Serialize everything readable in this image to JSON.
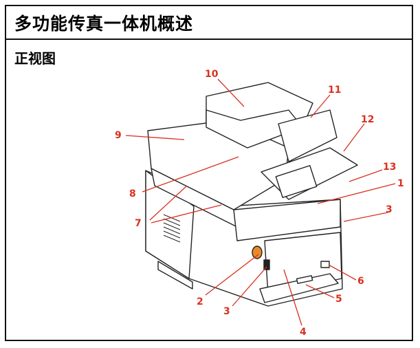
{
  "page": {
    "title": "多功能传真一体机概述",
    "subtitle": "正视图"
  },
  "colors": {
    "callout": "#d9301f",
    "outline": "#222222",
    "accent_orange": "#e88a2a"
  },
  "callouts": [
    {
      "label": "1"
    },
    {
      "label": "2"
    },
    {
      "label": "3"
    },
    {
      "label": "3"
    },
    {
      "label": "4"
    },
    {
      "label": "5"
    },
    {
      "label": "6"
    },
    {
      "label": "7"
    },
    {
      "label": "8"
    },
    {
      "label": "9"
    },
    {
      "label": "10"
    },
    {
      "label": "11"
    },
    {
      "label": "12"
    },
    {
      "label": "13"
    }
  ]
}
